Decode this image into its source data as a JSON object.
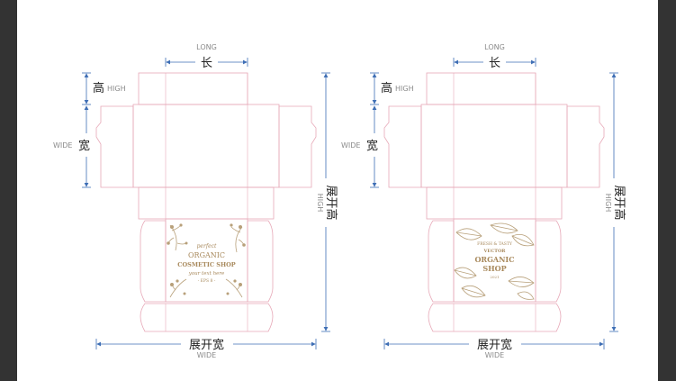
{
  "labels": {
    "long_en": "LONG",
    "long_cn": "长",
    "high_cn": "高",
    "high_en": "HIGH",
    "wide_en": "WIDE",
    "wide_cn": "宽",
    "unfold_high_cn": "展开高",
    "unfold_high_en": "HIGH",
    "unfold_wide_cn": "展开宽",
    "unfold_wide_en": "WIDE"
  },
  "left_design": {
    "line1": "perfect",
    "line2": "ORGANIC",
    "line3": "COSMETIC SHOP",
    "line4": "your text here",
    "line5": "- EPS 8 -"
  },
  "right_design": {
    "line1": "FRESH & TASTY",
    "line2": "VECTOR",
    "line3": "ORGANIC",
    "line4": "SHOP",
    "line5": "2021"
  },
  "colors": {
    "background": "#333333",
    "canvas": "#ffffff",
    "dieline": "#e7a9b8",
    "dimension": "#3f6fb5",
    "artwork": "#b8a07a"
  }
}
